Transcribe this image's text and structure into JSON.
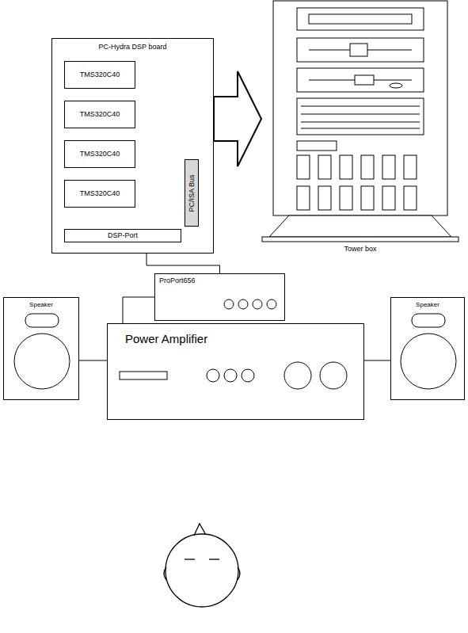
{
  "diagram": {
    "nodes": [
      {
        "text": [
          "PC-Hydra DSP board"
        ]
      },
      {
        "text": [
          "TMS320C40"
        ],
        "in": 0
      },
      {
        "text": [
          "TMS320C40"
        ],
        "in": 0
      },
      {
        "text": [
          "TMS320C40"
        ],
        "in": 0
      },
      {
        "text": [
          "TMS320C40"
        ],
        "in": 0
      },
      {
        "text": [
          "PC/ISA Bus"
        ],
        "in": 0
      },
      {
        "text": [
          "DSP-Port"
        ],
        "in": 0
      },
      {
        "text": [
          "Tower box"
        ]
      },
      {
        "text": [
          "ProPort656"
        ]
      },
      {
        "text": [
          "Speaker"
        ]
      },
      {
        "text": [
          "Power Amplifier"
        ]
      },
      {
        "text": [
          "Speaker"
        ]
      }
    ],
    "edges": [
      {
        "from": 0,
        "to": 7,
        "arrow": "to"
      },
      {
        "from": 1,
        "to": 6,
        "arrow": "none"
      },
      {
        "from": 2,
        "to": 6,
        "arrow": "none"
      },
      {
        "from": 3,
        "to": 6,
        "arrow": "none"
      },
      {
        "from": 4,
        "to": 6,
        "arrow": "none"
      },
      {
        "from": 6,
        "to": 8,
        "arrow": "none"
      },
      {
        "from": 8,
        "to": 10,
        "arrow": "none"
      },
      {
        "from": 9,
        "to": 10,
        "arrow": "none"
      },
      {
        "from": 10,
        "to": 11,
        "arrow": "none"
      }
    ]
  }
}
